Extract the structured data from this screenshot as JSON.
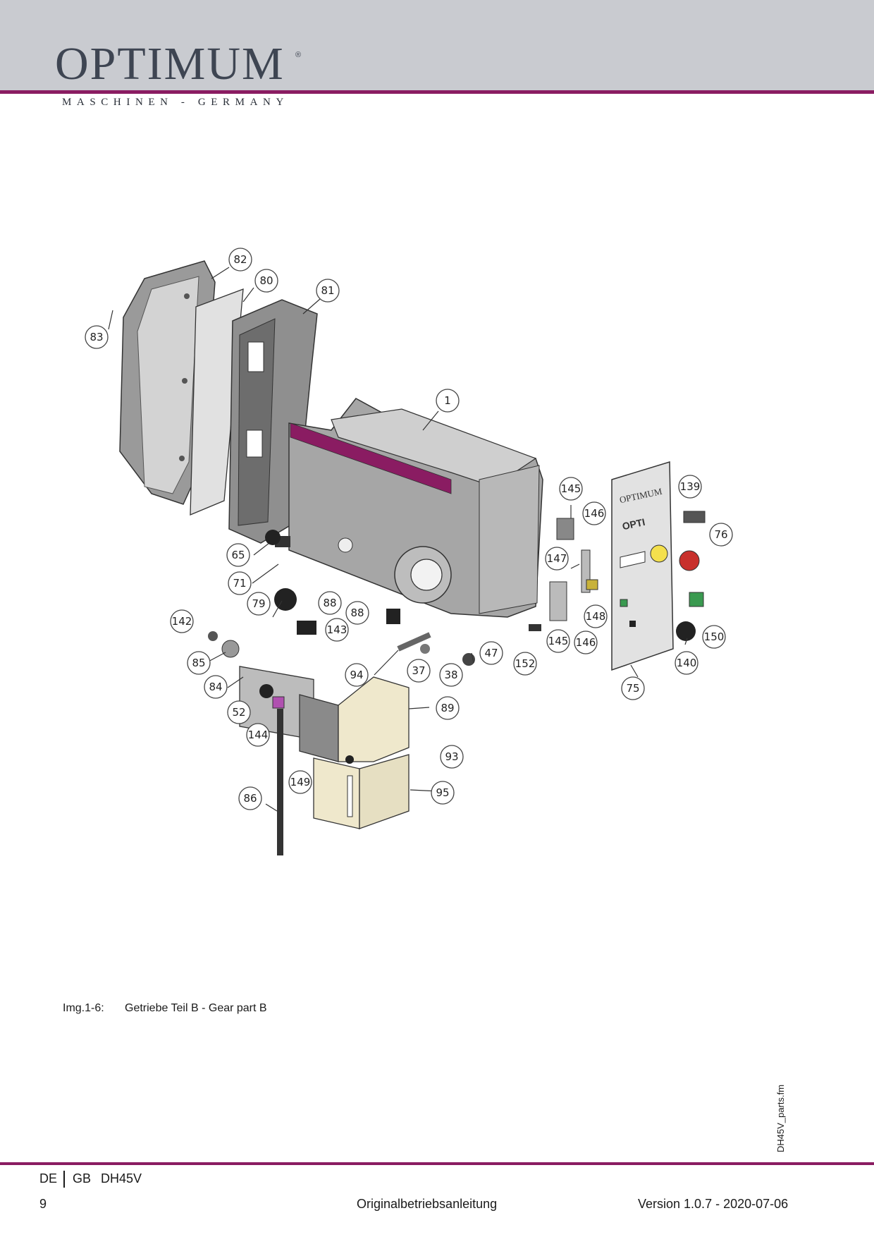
{
  "header": {
    "logo_text": "OPTIMUM",
    "logo_registered": "®",
    "logo_subtitle": "MASCHINEN - GERMANY"
  },
  "figure": {
    "caption_label": "Img.1-6:",
    "caption_text": "Getriebe Teil B - Gear part B",
    "panel_brand": "OPTIMUM",
    "panel_model": "OPTI",
    "callouts": [
      "82",
      "80",
      "81",
      "83",
      "1",
      "145",
      "146",
      "139",
      "76",
      "147",
      "65",
      "71",
      "79",
      "88",
      "88",
      "142",
      "143",
      "85",
      "84",
      "94",
      "37",
      "38",
      "47",
      "152",
      "145",
      "146",
      "148",
      "150",
      "140",
      "75",
      "52",
      "144",
      "89",
      "93",
      "149",
      "95",
      "86"
    ]
  },
  "side_label": "DH45V_parts.fm",
  "footer": {
    "lang_de": "DE",
    "lang_gb": "GB",
    "model": "DH45V",
    "page": "9",
    "doc_title": "Originalbetriebsanleitung",
    "version": "Version 1.0.7 - 2020-07-06"
  },
  "colors": {
    "brand_purple": "#8a1c62",
    "header_gray": "#c9cbd0",
    "part_gray": "#8a8a8a",
    "cover_cream": "#efe8cc"
  }
}
